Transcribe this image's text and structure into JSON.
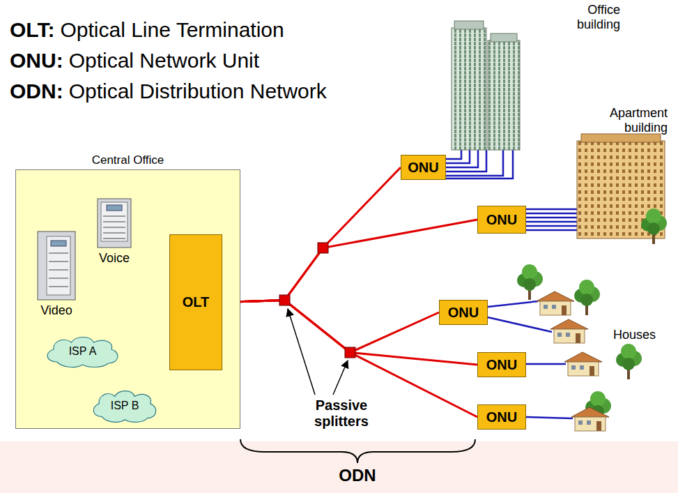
{
  "diagram": {
    "nodes": [
      {
        "text": [
          "Central Office"
        ]
      },
      {
        "text": [
          "Voice"
        ],
        "in": 0
      },
      {
        "text": [
          "Video"
        ],
        "in": 0
      },
      {
        "text": [
          "ISP A"
        ],
        "in": 0
      },
      {
        "text": [
          "ISP B"
        ],
        "in": 0
      },
      {
        "text": [
          "OLT"
        ],
        "in": 0
      },
      {
        "text": [
          "ONU"
        ]
      },
      {
        "text": [
          "ONU"
        ]
      },
      {
        "text": [
          "ONU"
        ]
      },
      {
        "text": [
          "ONU"
        ]
      },
      {
        "text": [
          "ONU"
        ]
      }
    ],
    "edges": [
      {
        "from": 1,
        "to": 5,
        "arrow": "none"
      },
      {
        "from": 2,
        "to": 5,
        "arrow": "none"
      },
      {
        "from": 3,
        "to": 5,
        "arrow": "none"
      },
      {
        "from": 4,
        "to": 5,
        "arrow": "none"
      },
      {
        "from": 5,
        "to": 6,
        "arrow": "none"
      },
      {
        "from": 5,
        "to": 7,
        "arrow": "none"
      },
      {
        "from": 5,
        "to": 8,
        "arrow": "none"
      },
      {
        "from": 5,
        "to": 9,
        "arrow": "none"
      },
      {
        "from": 5,
        "to": 10,
        "arrow": "none"
      }
    ],
    "labels": [
      "OLT:",
      "Optical Line Termination",
      "ONU:",
      "Optical Network Unit",
      "ODN:",
      "Optical Distribution Network",
      "Office building",
      "Apartment building",
      "Houses",
      "Passive splitters",
      "ODN"
    ]
  }
}
